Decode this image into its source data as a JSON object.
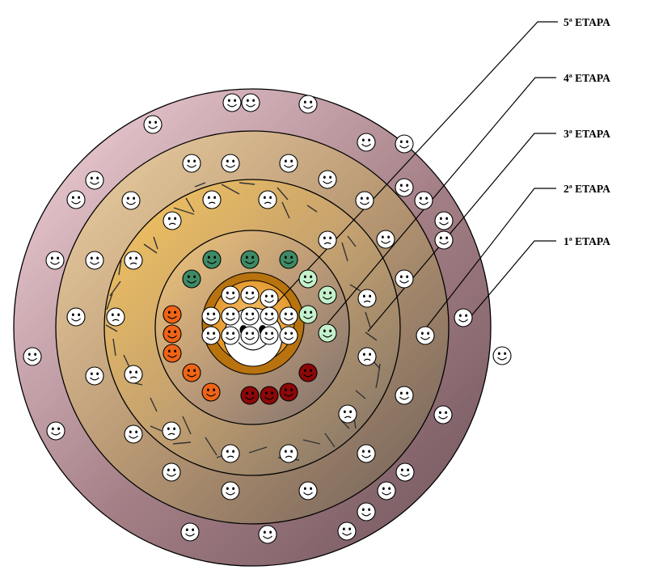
{
  "labels": [
    {
      "id": "etapa-5",
      "text": "5ª ETAPA"
    },
    {
      "id": "etapa-4",
      "text": "4ª ETAPA"
    },
    {
      "id": "etapa-3",
      "text": "3ª ETAPA"
    },
    {
      "id": "etapa-2",
      "text": "2ª ETAPA"
    },
    {
      "id": "etapa-1",
      "text": "1ª ETAPA"
    }
  ],
  "colors": {
    "outer_ring": [
      "#f3cdd7",
      "#7a5b63"
    ],
    "ring_2": [
      "#e8c796",
      "#7d6a5c"
    ],
    "ring_3": [
      "#f6c25a",
      "#8a7a68"
    ],
    "ring_4": [
      "#e6c17a",
      "#8c7d72"
    ],
    "core_outer": "#b8730f",
    "core_inner": "#f3b25a",
    "smiley_white": "#ffffff",
    "smiley_green": "#3f8a66",
    "smiley_light_green": "#c4f1cc",
    "smiley_orange": "#f06416",
    "smiley_dark_red": "#8c0808"
  }
}
